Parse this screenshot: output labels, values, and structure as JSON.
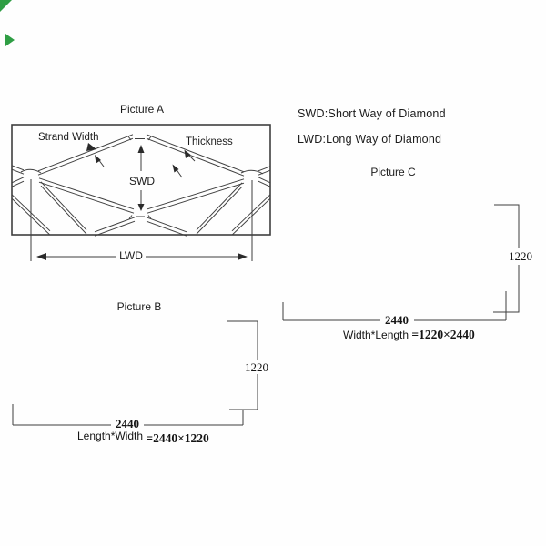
{
  "picture_a": {
    "title": "Picture A",
    "labels": {
      "strand_width": "Strand Width",
      "thickness": "Thickness",
      "swd": "SWD",
      "lwd": "LWD"
    }
  },
  "legend": {
    "swd_definition": "SWD:Short Way of Diamond",
    "lwd_definition": "LWD:Long Way of Diamond"
  },
  "picture_b": {
    "title": "Picture B",
    "height_dim": "1220",
    "width_dim": "2440",
    "formula_prefix": "Length*Width",
    "formula_value": "=2440×1220"
  },
  "picture_c": {
    "title": "Picture C",
    "height_dim": "1220",
    "width_dim": "2440",
    "formula_prefix": "Width*Length",
    "formula_value": "=1220×2440"
  }
}
